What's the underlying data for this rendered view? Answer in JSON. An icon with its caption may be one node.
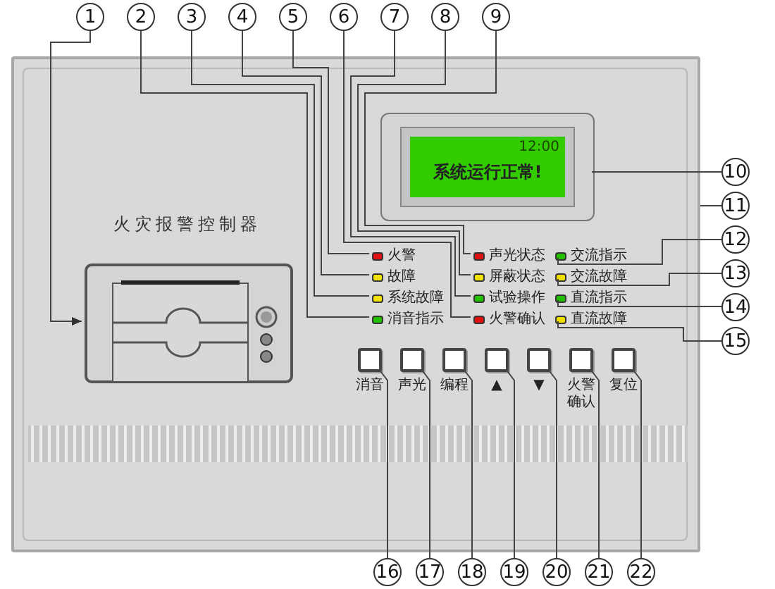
{
  "diagram": {
    "nodes": [
      {
        "text": [
          "1"
        ]
      },
      {
        "text": [
          "2"
        ]
      },
      {
        "text": [
          "3"
        ]
      },
      {
        "text": [
          "4"
        ]
      },
      {
        "text": [
          "5"
        ]
      },
      {
        "text": [
          "6"
        ]
      },
      {
        "text": [
          "7"
        ]
      },
      {
        "text": [
          "8"
        ]
      },
      {
        "text": [
          "9"
        ]
      },
      {
        "text": [],
        "shape": "box"
      },
      {
        "text": [],
        "shape": "picture",
        "in": 9
      },
      {
        "text": [
          "12:00",
          "系统运行正常!"
        ],
        "in": 9
      },
      {
        "text": [],
        "shape": "box",
        "in": 9,
        "beside": [
          "火警"
        ]
      },
      {
        "text": [],
        "shape": "box",
        "in": 9,
        "beside": [
          "声光状态"
        ]
      },
      {
        "text": [],
        "shape": "box",
        "in": 9,
        "beside": [
          "交流指示"
        ]
      },
      {
        "text": [],
        "shape": "box",
        "in": 9,
        "beside": [
          "故障"
        ]
      },
      {
        "text": [],
        "shape": "box",
        "in": 9,
        "beside": [
          "屏蔽状态"
        ]
      },
      {
        "text": [],
        "shape": "box",
        "in": 9,
        "beside": [
          "交流故障"
        ]
      },
      {
        "text": [],
        "shape": "box",
        "in": 9,
        "beside": [
          "系统故障"
        ]
      },
      {
        "text": [],
        "shape": "box",
        "in": 9,
        "beside": [
          "试验操作"
        ]
      },
      {
        "text": [],
        "shape": "box",
        "in": 9,
        "beside": [
          "直流指示"
        ]
      },
      {
        "text": [],
        "shape": "box",
        "in": 9,
        "beside": [
          "消音指示"
        ]
      },
      {
        "text": [],
        "shape": "box",
        "in": 9,
        "beside": [
          "火警确认"
        ]
      },
      {
        "text": [],
        "shape": "box",
        "in": 9,
        "beside": [
          "直流故障"
        ]
      },
      {
        "text": [],
        "shape": "box",
        "in": 9,
        "beside": [
          "消音"
        ]
      },
      {
        "text": [],
        "shape": "box",
        "in": 9,
        "beside": [
          "声光"
        ]
      },
      {
        "text": [],
        "shape": "box",
        "in": 9,
        "beside": [
          "编程"
        ]
      },
      {
        "text": [],
        "shape": "box",
        "in": 9,
        "beside": [
          "▲"
        ]
      },
      {
        "text": [],
        "shape": "box",
        "in": 9,
        "beside": [
          "▼"
        ]
      },
      {
        "text": [],
        "shape": "box",
        "in": 9,
        "beside": [
          "火警确认"
        ]
      },
      {
        "text": [],
        "shape": "box",
        "in": 9,
        "beside": [
          "复位"
        ]
      },
      {
        "text": [
          "10"
        ]
      },
      {
        "text": [
          "11"
        ]
      },
      {
        "text": [
          "12"
        ]
      },
      {
        "text": [
          "13"
        ]
      },
      {
        "text": [
          "14"
        ]
      },
      {
        "text": [
          "15"
        ]
      },
      {
        "text": [
          "16"
        ]
      },
      {
        "text": [
          "17"
        ]
      },
      {
        "text": [
          "18"
        ]
      },
      {
        "text": [
          "19"
        ]
      },
      {
        "text": [
          "20"
        ]
      },
      {
        "text": [
          "21"
        ]
      },
      {
        "text": [
          "22"
        ]
      }
    ],
    "edges": [
      {
        "from": 0,
        "to": 10,
        "arrow": "to"
      },
      {
        "from": 1,
        "to": 21,
        "arrow": "none"
      },
      {
        "from": 2,
        "to": 18,
        "arrow": "none"
      },
      {
        "from": 3,
        "to": 15,
        "arrow": "none"
      },
      {
        "from": 4,
        "to": 12,
        "arrow": "none"
      },
      {
        "from": 5,
        "to": 22,
        "arrow": "none"
      },
      {
        "from": 6,
        "to": 19,
        "arrow": "none"
      },
      {
        "from": 7,
        "to": 16,
        "arrow": "none"
      },
      {
        "from": 8,
        "to": 13,
        "arrow": "none"
      },
      {
        "from": 31,
        "to": 11,
        "arrow": "none"
      },
      {
        "from": 32,
        "to": 9,
        "arrow": "none"
      },
      {
        "from": 33,
        "to": 14,
        "arrow": "none"
      },
      {
        "from": 34,
        "to": 17,
        "arrow": "none"
      },
      {
        "from": 35,
        "to": 20,
        "arrow": "none"
      },
      {
        "from": 36,
        "to": 23,
        "arrow": "none"
      },
      {
        "from": 37,
        "to": 24,
        "arrow": "none"
      },
      {
        "from": 38,
        "to": 25,
        "arrow": "none"
      },
      {
        "from": 39,
        "to": 26,
        "arrow": "none"
      },
      {
        "from": 40,
        "to": 27,
        "arrow": "none"
      },
      {
        "from": 41,
        "to": 28,
        "arrow": "none"
      },
      {
        "from": 42,
        "to": 29,
        "arrow": "none"
      },
      {
        "from": 43,
        "to": 30,
        "arrow": "none"
      }
    ],
    "labels": [
      "火灾报警控制器"
    ]
  }
}
